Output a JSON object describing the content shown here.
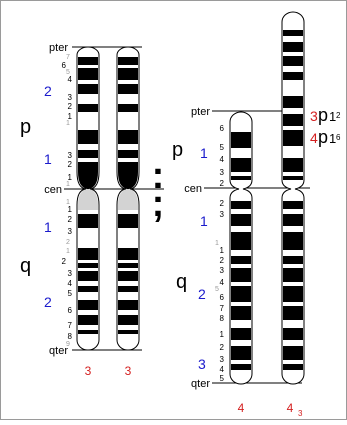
{
  "colors": {
    "band_dark": "#000000",
    "band_light": "#ffffff",
    "centromere": "#d3d3d3",
    "region_numbers": "#1a1acc",
    "chromosome_labels": "#d42020",
    "subband_numbers": "#999999",
    "border": "#9a9a9a"
  },
  "left_panel": {
    "markers": {
      "pter": "pter",
      "cen": "cen",
      "qter": "qter"
    },
    "arms": {
      "p": "p",
      "q": "q"
    },
    "regions": {
      "p2": "2",
      "p1": "1",
      "q1": "1",
      "q2": "2"
    },
    "band_numbers": [
      "6",
      "4",
      "3",
      "2",
      "1",
      "3",
      "2",
      "1",
      "1",
      "2",
      "3",
      "2",
      "3",
      "4",
      "5",
      "6",
      "7",
      "8"
    ],
    "subband_numbers": [
      "7",
      "5",
      "1",
      "1",
      "1",
      "2",
      "1",
      "9"
    ],
    "chromosome_labels": [
      "3",
      "3"
    ]
  },
  "right_panel": {
    "markers": {
      "pter": "pter",
      "cen": "cen",
      "qter": "qter"
    },
    "arms": {
      "p": "p",
      "q": "q"
    },
    "regions": {
      "p1": "1",
      "q1": "1",
      "q2": "2",
      "q3": "3"
    },
    "band_numbers": [
      "6",
      "5",
      "4",
      "3",
      "2",
      "2",
      "3",
      "1",
      "2",
      "3",
      "4",
      "6",
      "7",
      "8",
      "1",
      "2",
      "3",
      "4",
      "5"
    ],
    "subband_numbers": [
      "5",
      "1"
    ],
    "chromosome_labels": [
      "4",
      "4",
      "3"
    ],
    "breakpoints": [
      {
        "chromosome": "3",
        "arm": "p",
        "band": "1",
        "sub": "2"
      },
      {
        "chromosome": "4",
        "arm": "p",
        "band": "1",
        "sub": "6"
      }
    ]
  },
  "separator": {
    "colon": ":",
    "semicolon": ";"
  }
}
